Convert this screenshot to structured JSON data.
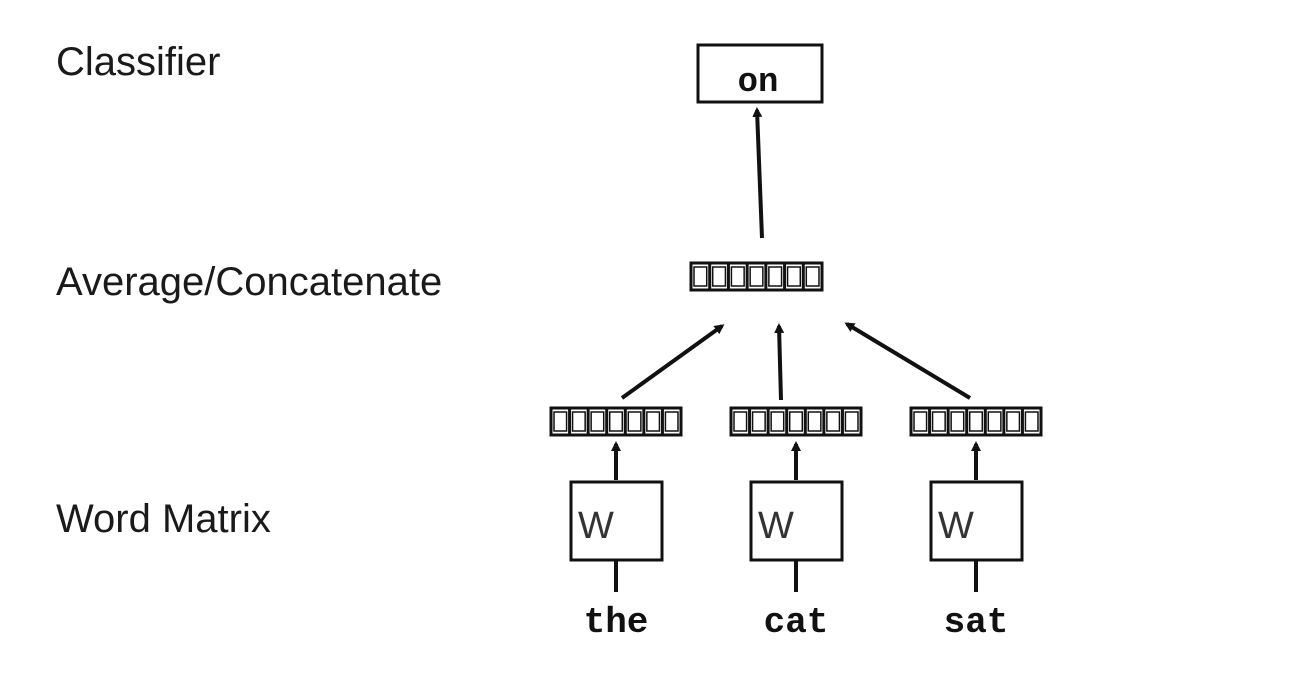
{
  "labels": {
    "classifier": "Classifier",
    "average": "Average/Concatenate",
    "word_matrix": "Word Matrix"
  },
  "output_word": "on",
  "matrix_symbol": "W",
  "input_words": [
    "the",
    "cat",
    "sat"
  ],
  "vector_cells": 7,
  "colors": {
    "stroke": "#111111",
    "text": "#1a1a1a"
  }
}
